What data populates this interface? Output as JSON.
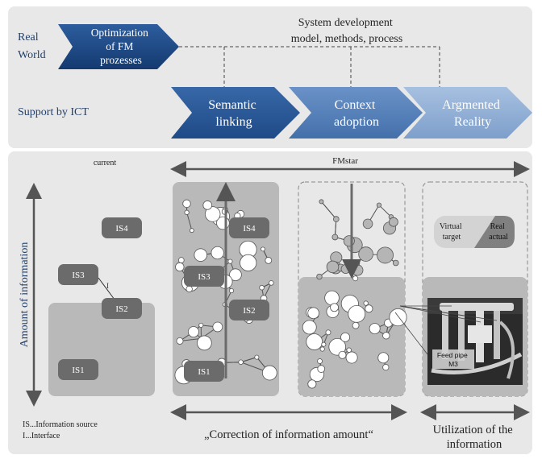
{
  "top": {
    "real_world_label": [
      "Real",
      "World"
    ],
    "support_label": "Support by ICT",
    "optimization_arrow": [
      "Optimization",
      "of FM",
      "prozesses"
    ],
    "system_dev_label": [
      "System development",
      "model, methods, process"
    ],
    "ict_steps": [
      {
        "lines": [
          "Semantic",
          "linking"
        ],
        "color": "#2a5592"
      },
      {
        "lines": [
          "Context",
          "adoption"
        ],
        "color": "#4d79b6"
      },
      {
        "lines": [
          "Argmented",
          "Reality"
        ],
        "color": "#87a8d2"
      }
    ]
  },
  "bottom": {
    "current_label": "current",
    "fmstar_label": "FMstar",
    "y_axis_label": "Amount of information",
    "sources": [
      "IS1",
      "IS2",
      "IS3",
      "IS4"
    ],
    "interface_label": "I",
    "legend": [
      "IS...Information source",
      "I...Interface"
    ],
    "correction_label": "„Correction of information amount“",
    "utilization_label": [
      "Utilization of the",
      "information"
    ],
    "virtual_label": [
      "Virtual",
      "target"
    ],
    "real_label": [
      "Real",
      "actual"
    ],
    "feed_pipe_label": [
      "Feed pipe",
      "M3"
    ]
  },
  "colors": {
    "navy": "#1f4a87",
    "panel_bg": "#e8e8e8",
    "chip_dark": "#6b6b6b",
    "panel_grey": "#b9b9b9",
    "node_fill": "#bdbdbd"
  }
}
